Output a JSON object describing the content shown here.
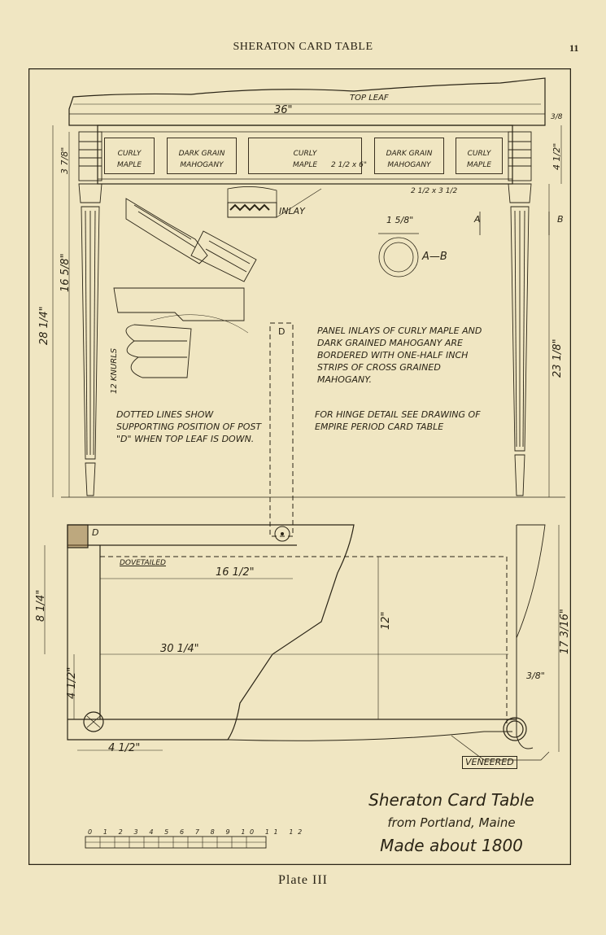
{
  "header": {
    "running_title": "SHERATON CARD TABLE",
    "page_number": "11"
  },
  "plate": {
    "caption": "Plate III"
  },
  "drawing": {
    "top_leaf_label": "TOP LEAF",
    "panels": [
      {
        "line1": "CURLY",
        "line2": "MAPLE"
      },
      {
        "line1": "DARK GRAIN",
        "line2": "MAHOGANY"
      },
      {
        "line1": "CURLY",
        "line2": "MAPLE"
      },
      {
        "line1": "DARK GRAIN",
        "line2": "MAHOGANY"
      },
      {
        "line1": "CURLY",
        "line2": "MAPLE"
      }
    ],
    "inlay_label": "INLAY",
    "section_ab_label": "A—B",
    "section_a": "A",
    "section_b": "B",
    "post_label": "D",
    "corner_label": "D",
    "knurls_label": "12 KNURLS",
    "dovetailed_label": "DOVETAILED",
    "veneered_label": "VENEERED",
    "note_panels": "PANEL INLAYS OF CURLY MAPLE AND DARK GRAINED MAHOGANY ARE BORDERED WITH ONE-HALF INCH STRIPS OF CROSS GRAINED MAHOGANY.",
    "note_hinge": "FOR HINGE DETAIL SEE DRAWING OF EMPIRE PERIOD CARD TABLE",
    "note_dotted": "DOTTED LINES SHOW SUPPORTING POSITION OF POST \"D\" WHEN TOP LEAF IS DOWN."
  },
  "dimensions": {
    "width_36": "36\"",
    "height_28": "28 1/4\"",
    "height_23": "23 1/8\"",
    "leg_16": "16 5/8\"",
    "apron_4": "4 1/2\"",
    "top_3_8": "3/8",
    "apron_3": "3 7/8\"",
    "len_16_half": "16 1/2\"",
    "len_30": "30 1/4\"",
    "depth_12": "12\"",
    "depth_17": "17 3/16\"",
    "side_8": "8 1/4\"",
    "side_4": "4 1/2\"",
    "bottom_4": "4 1/2\"",
    "small_1_5_8": "1 5/8\"",
    "rail_2": "2 1/2 x 3 1/2",
    "panel_2": "2 1/2 x 6\"",
    "small_3_8": "3/8\""
  },
  "title_block": {
    "line1": "Sheraton Card Table",
    "line2": "from Portland, Maine",
    "line3": "Made about 1800"
  },
  "scale": {
    "numbers": "0 1 2 3 4 5 6 7 8 9 10 11 12"
  }
}
